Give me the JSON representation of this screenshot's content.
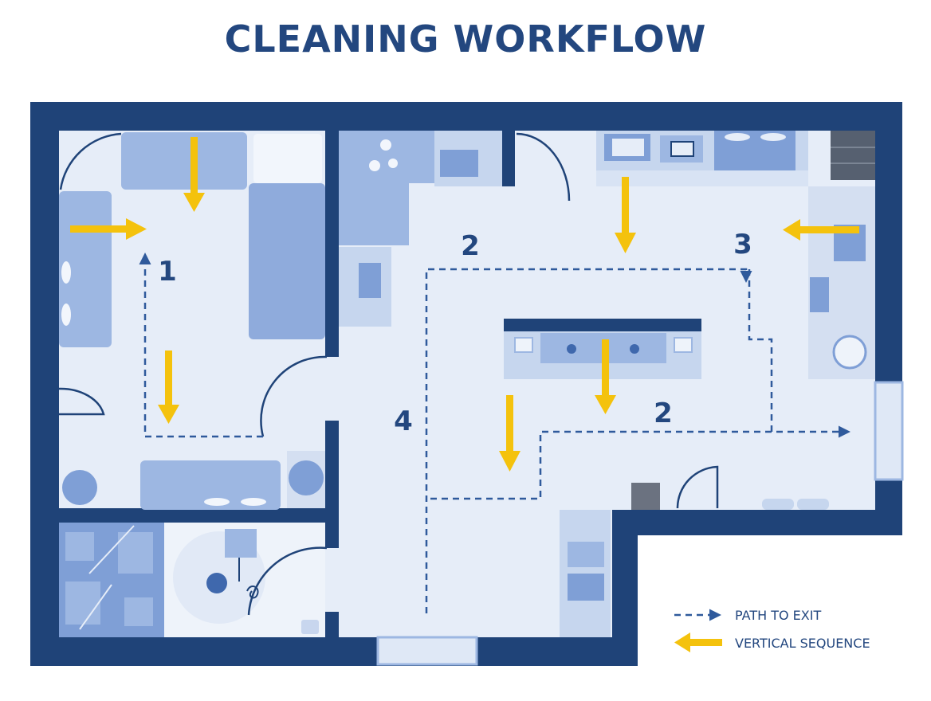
{
  "title": "CLEANING WORKFLOW",
  "zone_labels": {
    "bedroom": "1",
    "kitchen": "2",
    "island": "2",
    "bath": "3",
    "hall": "4"
  },
  "legend": {
    "path_label": "PATH TO EXIT",
    "sequence_label": "VERTICAL SEQUENCE"
  },
  "colors": {
    "wall": "#1f4378",
    "floor": "#e6edf8",
    "furniture": "#9db7e2",
    "furniture_dark": "#7f9fd6",
    "path": "#2f5a9c",
    "arrow": "#f4c20d",
    "text": "#23477f"
  }
}
